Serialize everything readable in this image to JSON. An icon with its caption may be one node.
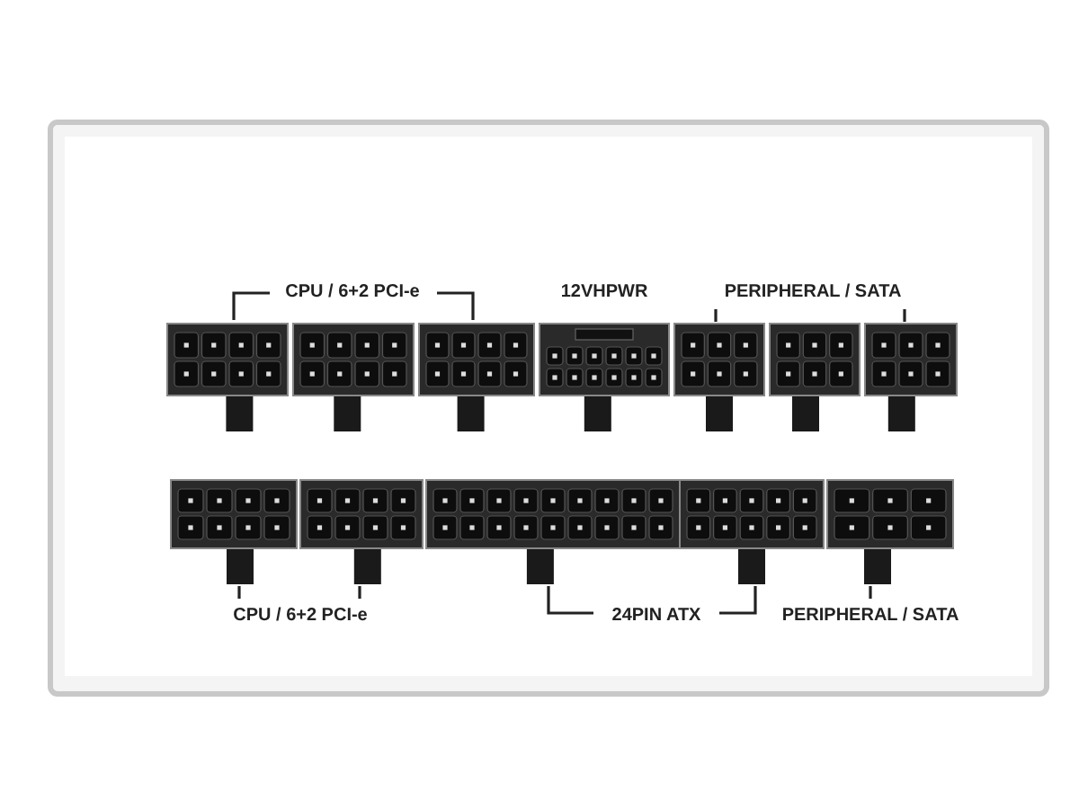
{
  "diagram": {
    "labels": [
      "CPU / 6+2 PCI-e",
      "12VHPWR",
      "PERIPHERAL / SATA",
      "CPU / 6+2 PCI-e",
      "24PIN ATX",
      "PERIPHERAL / SATA"
    ]
  }
}
